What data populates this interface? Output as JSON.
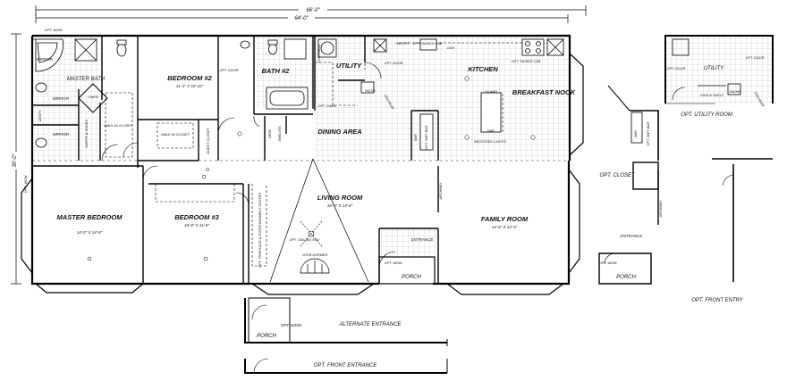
{
  "dimensions": {
    "overall_width": "66'-0\"",
    "main_width": "64'-0\"",
    "depth": "30'-0\""
  },
  "rooms": {
    "master_bath": "MASTER BATH",
    "opt_wdw_bath": "OPT. WDW.",
    "mirror": "MIRROR",
    "vanity": "VANITY",
    "linen": "LINEN",
    "shirts_shoes": "SHIRTS & SHOES",
    "walk_in_closet": "WALK-IN CLOSET",
    "bedroom2": "BEDROOM #2",
    "bedroom2_size": "11'-2\" X 10'-10\"",
    "walk_in_closet_2": "WALK-IN CLOSET",
    "guest_closet": "GUEST CLOSET",
    "opt_door": "OPT. DOOR",
    "bath2": "BATH #2",
    "desk": "DESK",
    "shelves": "SHELVES",
    "opt_cabs": "OPT. CABS.",
    "overhead": "OVERHEAD",
    "utility": "UTILITY",
    "pantry": "PANTRY",
    "opt_raised_car": "OPT. RAISED CAB",
    "dw": "D/W",
    "kitchen": "KITCHEN",
    "niche": "NICHE",
    "archway": "ARCHWAY",
    "island": "ISLAND",
    "bar": "BAR",
    "breakfast_nook": "BREAKFAST NOOK",
    "dining_area": "DINING AREA",
    "recessed_lights": "RECESSED LIGHTS",
    "opt_wet_bar": "OPT. WET BAR",
    "master_bedroom": "MASTER BEDROOM",
    "master_bedroom_size": "14'-0\" X 14'-8\"",
    "opt_wdw_side": "OPT. WDW.",
    "bedroom3": "BEDROOM #3",
    "bedroom3_size": "10'-8\" X 11'-8\"",
    "opt_fireplace": "OPT. FIREPLACE & ENTERTAINMENT CENTER",
    "living_room": "LIVING ROOM",
    "living_room_size": "16'-0\" X 14'-8\"",
    "opt_ceiling_fan": "OPT. CEILING FAN",
    "vista_dormer": "VISTA DORMER",
    "entrance": "ENTRANCE",
    "opt_wdw_porch": "OPT. WDW.",
    "porch": "PORCH",
    "family_room": "FAMILY ROOM",
    "family_room_size": "14'-6\" X 14'-4\""
  },
  "alt_views": {
    "alternate_entrance": "ALTERNATE ENTRANCE",
    "alt_porch": "PORCH",
    "alt_opt_wdw": "OPT. WDW.",
    "opt_front_entrance": "OPT. FRONT ENTRANCE",
    "opt_utility_room": "OPT. UTILITY ROOM",
    "util_utility": "UTILITY",
    "util_opt_door": "OPT. DOOR",
    "util_opt_door2": "OPT. DOOR",
    "util_wh_shelf": "O/HD & SHELF",
    "util_niche": "NICHE",
    "util_archway": "ARCHWAY",
    "opt_closet": "OPT. CLOSET",
    "closet_bar": "BAR",
    "closet_wet_bar": "OPT. WET BAR",
    "closet_archway": "ARCHWAY",
    "closet_entrance": "ENTRANCE",
    "closet_opt_wdw": "OPT. WDW.",
    "closet_porch": "PORCH",
    "opt_front_entry": "OPT. FRONT ENTRY"
  }
}
